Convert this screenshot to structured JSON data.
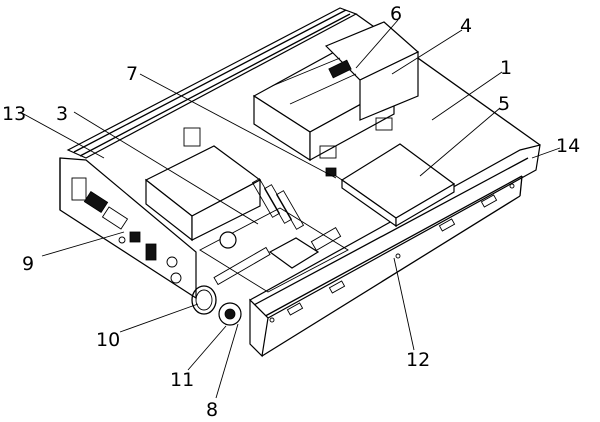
{
  "callouts": {
    "c1": "1",
    "c3": "3",
    "c4": "4",
    "c5": "5",
    "c6": "6",
    "c7": "7",
    "c8": "8",
    "c9": "9",
    "c10": "10",
    "c11": "11",
    "c12": "12",
    "c13": "13",
    "c14": "14"
  }
}
